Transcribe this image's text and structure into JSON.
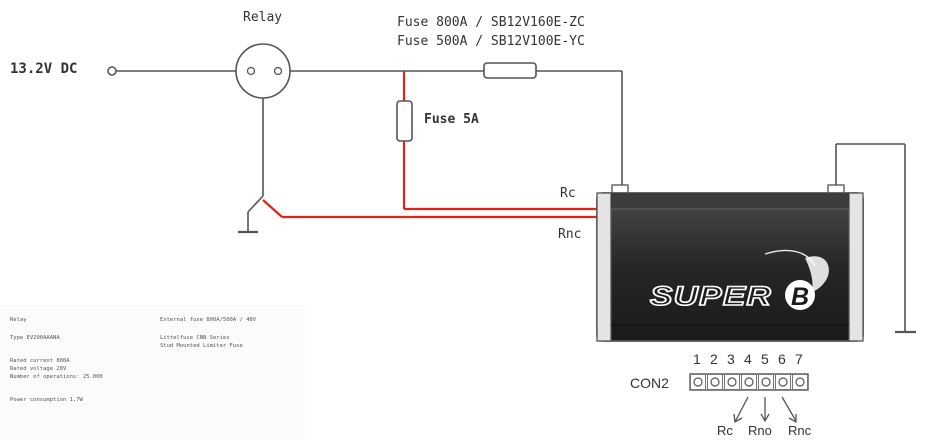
{
  "labels": {
    "supply": "13.2V DC",
    "relay": "Relay",
    "fuse_main_1": "Fuse 800A / SB12V160E-ZC",
    "fuse_main_2": "Fuse 500A / SB12V100E-YC",
    "fuse_small": "Fuse 5A",
    "rc": "Rc",
    "rnc": "Rnc",
    "con": "CON2",
    "pin_numbers": [
      "1",
      "2",
      "3",
      "4",
      "5",
      "6",
      "7"
    ],
    "con_rc": "Rc",
    "con_rno": "Rno",
    "con_rnc": "Rnc"
  },
  "battery_logo": {
    "text": "SUPER",
    "badge": "B"
  },
  "info": {
    "relay_heading": "Relay",
    "relay_type": "Type EV200AAANA",
    "rated_current": "Rated current 800A",
    "rated_voltage": "Rated voltage 28V",
    "operations": "Number of operations: 25.000",
    "power": "Power consumption 1,7W",
    "fuse_heading": "External fuse 800A/500A / 48V",
    "fuse_series": "Littelfuse CNN Series",
    "fuse_type": "Stud Mounted Limiter Fuse"
  },
  "colors": {
    "wire": "#555555",
    "red_wire": "#e2231a",
    "battery_body": "#2b2b2b",
    "text": "#333333"
  }
}
